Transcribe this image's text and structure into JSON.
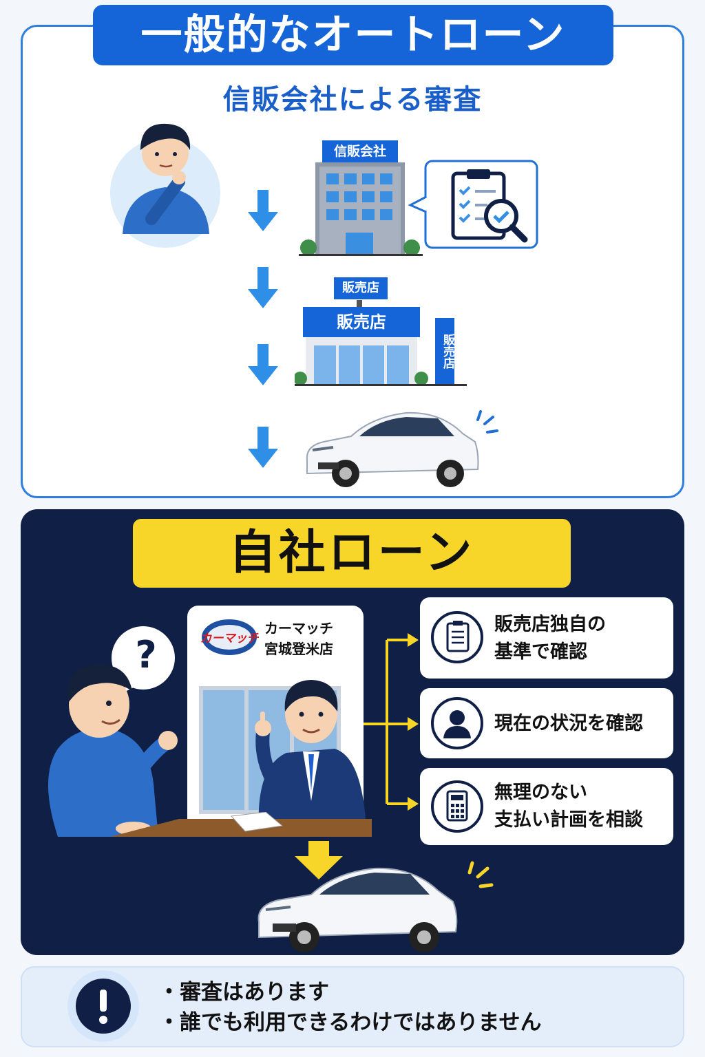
{
  "general": {
    "title": "一般的なオートローン",
    "subtitle": "信販会社による審査",
    "building_label": "信販会社",
    "dealer_sign_top": "販売店",
    "dealer_sign_main": "販売店",
    "dealer_sign_side": "販売店"
  },
  "inhouse": {
    "title": "自社ローン",
    "question_mark": "?",
    "shop_logo": "カーマッチ",
    "shop_name_line1": "カーマッチ",
    "shop_name_line2": "宮城登米店",
    "steps": [
      {
        "line1": "販売店独自の",
        "line2": "基準で確認",
        "icon": "clipboard-icon"
      },
      {
        "line1": "現在の状況を確認",
        "line2": "",
        "icon": "person-icon"
      },
      {
        "line1": "無理のない",
        "line2": "支払い計画を相談",
        "icon": "calculator-icon"
      }
    ]
  },
  "notice": {
    "icon": "exclamation-icon",
    "lines": [
      "・審査はあります",
      "・誰でも利用できるわけではありません"
    ]
  },
  "colors": {
    "primary_blue": "#1565d8",
    "navy": "#0f1f45",
    "yellow": "#f8d629",
    "arrow_blue": "#2f8fe6"
  }
}
